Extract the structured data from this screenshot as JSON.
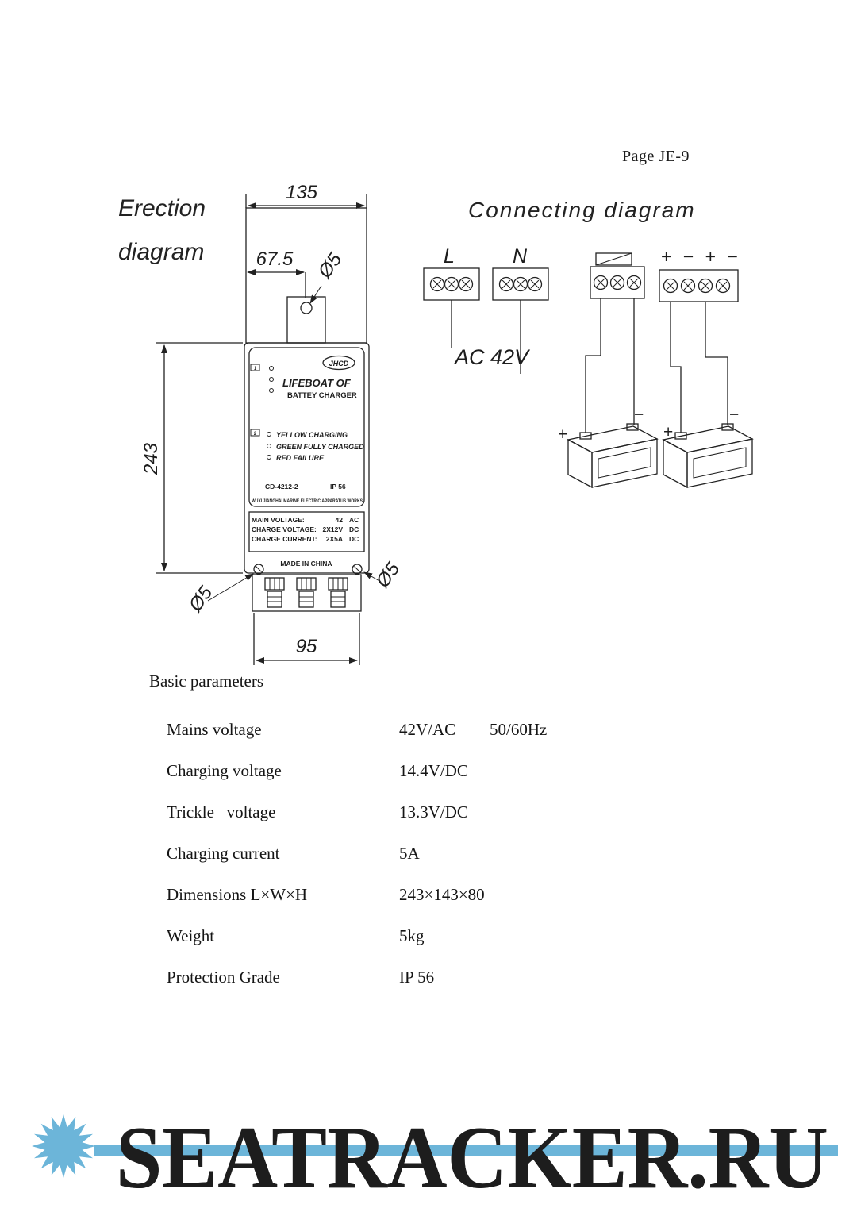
{
  "page": {
    "number": "Page JE-9"
  },
  "erection": {
    "title_line1": "Erection",
    "title_line2": "diagram",
    "dim_top": "135",
    "dim_offset": "67.5",
    "dim_left": "243",
    "dim_bottom": "95",
    "hole_top": "Ø5",
    "hole_bottom_left": "Ø5",
    "hole_bottom_right": "Ø5",
    "device_label": {
      "brand": "JHCD",
      "group1_num": "1",
      "title_line1": "LIFEBOAT OF",
      "title_line2": "BATTEY CHARGER",
      "group2_num": "2",
      "indicator1": "YELLOW CHARGING",
      "indicator2": "GREEN FULLY CHARGED",
      "indicator3": "RED FAILURE",
      "model": "CD-4212-2",
      "protection": "IP 56",
      "manufacturer": "WUXI JIANGHAI MARINE ELECTRIC APPARATUS WORKS",
      "spec_rows": [
        {
          "name": "MAIN VOLTAGE:",
          "value": "42",
          "unit": "AC"
        },
        {
          "name": "CHARGE VOLTAGE:",
          "value": "2X12V",
          "unit": "DC"
        },
        {
          "name": "CHARGE CURRENT:",
          "value": "2X5A",
          "unit": "DC"
        }
      ],
      "made_in": "MADE IN CHINA"
    }
  },
  "connecting": {
    "title": "Connecting diagram",
    "terminal_l_label": "L",
    "terminal_n_label": "N",
    "ac_label": "AC 42V",
    "polarity_marks": "+ − + −",
    "battery1_plus": "+",
    "battery1_minus": "−",
    "battery2_plus": "+",
    "battery2_minus": "−"
  },
  "parameters": {
    "title": "Basic parameters",
    "rows": [
      {
        "name": "Mains voltage",
        "value": "42V/AC",
        "extra": "50/60Hz"
      },
      {
        "name": "Charging voltage",
        "value": "14.4V/DC",
        "extra": ""
      },
      {
        "name": "Trickle   voltage",
        "value": "13.3V/DC",
        "extra": ""
      },
      {
        "name": "Charging current",
        "value": "5A",
        "extra": ""
      },
      {
        "name": "Dimensions L×W×H",
        "value": "243×143×80",
        "extra": ""
      },
      {
        "name": "Weight",
        "value": "5kg",
        "extra": ""
      },
      {
        "name": "Protection Grade",
        "value": "IP 56",
        "extra": ""
      }
    ]
  },
  "watermark": {
    "text": "SEATRACKER.RU",
    "color": "#6cb5d9"
  }
}
